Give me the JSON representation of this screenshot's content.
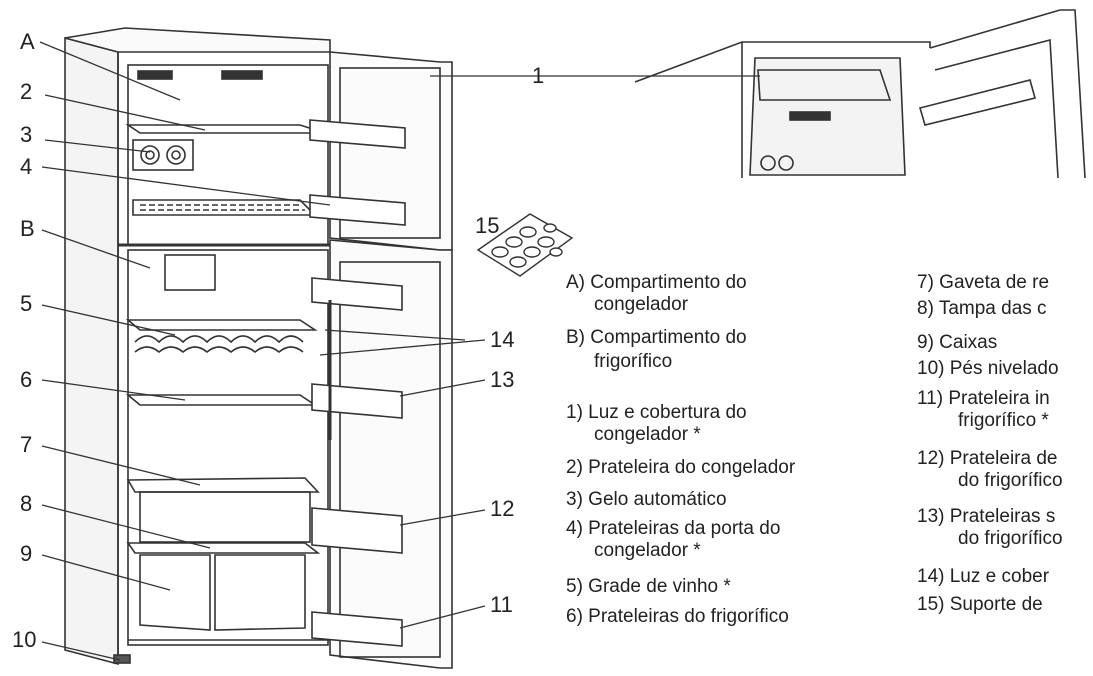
{
  "callouts": {
    "A": "A",
    "B": "B",
    "n1": "1",
    "n2": "2",
    "n3": "3",
    "n4": "4",
    "n5": "5",
    "n6": "6",
    "n7": "7",
    "n8": "8",
    "n9": "9",
    "n10": "10",
    "n11": "11",
    "n12": "12",
    "n13": "13",
    "n14": "14",
    "n15": "15"
  },
  "legend_left": [
    [
      "A) Compartimento do",
      "congelador"
    ],
    [
      "B) Compartimento do",
      "frigorífico"
    ],
    [
      "1) Luz e cobertura do",
      "congelador *"
    ],
    [
      "2) Prateleira do congelador"
    ],
    [
      "3) Gelo automático"
    ],
    [
      "4) Prateleiras da porta do",
      "congelador *"
    ],
    [
      "5) Grade de vinho *"
    ],
    [
      "6) Prateleiras do frigorífico"
    ]
  ],
  "legend_right": [
    [
      "7) Gaveta de re"
    ],
    [
      "8) Tampa das c"
    ],
    [
      "9) Caixas"
    ],
    [
      "10) Pés nivelado"
    ],
    [
      "11) Prateleira in",
      "frigorífico *"
    ],
    [
      "12) Prateleira de",
      "do frigorífico"
    ],
    [
      "13) Prateleiras s",
      "do frigorífico"
    ],
    [
      "14) Luz e cober"
    ],
    [
      "15) Suporte de"
    ]
  ]
}
